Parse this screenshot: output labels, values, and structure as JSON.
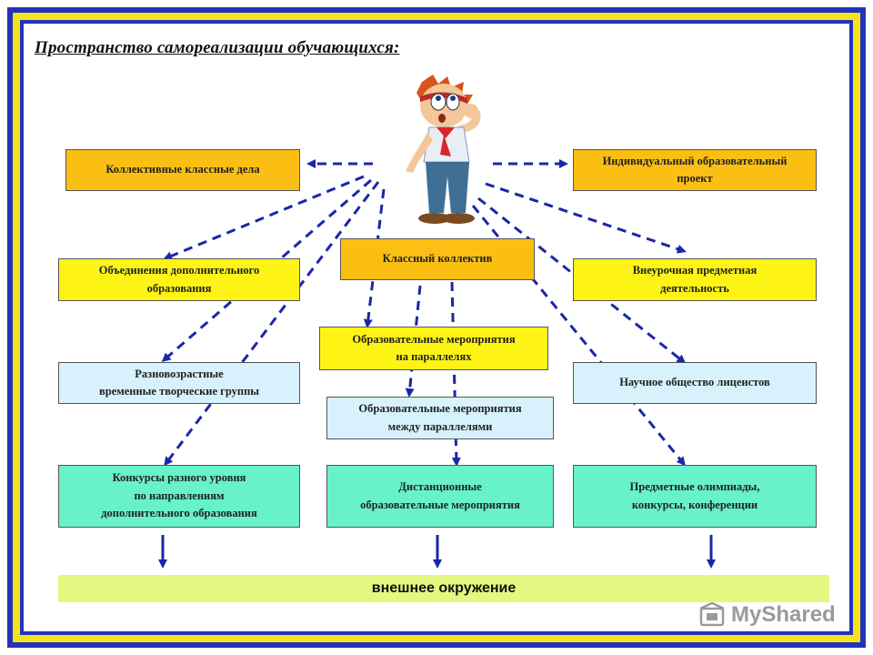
{
  "title": "Пространство самореализации обучающихся:",
  "center_box": "Классный коллектив",
  "boxes": {
    "kollektivnye": "Коллективные классные дела",
    "individualny_line1": "Индивидуальный образовательный",
    "individualny_line2": "проект",
    "obedinenia_line1": "Объединения дополнительного",
    "obedinenia_line2": "образования",
    "vneurochnaya_line1": "Внеурочная предметная",
    "vneurochnaya_line2": "деятельность",
    "paralleli_line1": "Образовательные мероприятия",
    "paralleli_line2": "на параллелях",
    "raznovozrast_line1": "Разновозрастные",
    "raznovozrast_line2": "временные творческие группы",
    "nauchnoe": "Научное общество лицеистов",
    "mezhdu_line1": "Образовательные мероприятия",
    "mezhdu_line2": "между параллелями",
    "konkursy_line1": "Конкурсы разного уровня",
    "konkursy_line2": "по направлениям",
    "konkursy_line3": "дополнительного образования",
    "distant_line1": "Дистанционные",
    "distant_line2": "образовательные мероприятия",
    "olimpiady_line1": "Предметные олимпиады,",
    "olimpiady_line2": "конкурсы, конференции"
  },
  "footer": "внешнее окружение",
  "watermark": "MyShared",
  "colors": {
    "frame_blue": "#2233bb",
    "frame_yellow": "#f6e21a",
    "orange_box": "#fbbf14",
    "yellow_box": "#fdf415",
    "light_blue_box": "#d7f2fd",
    "mint_box": "#67f2c9",
    "footer_bar": "#e2f880",
    "arrow": "#1a27a8"
  },
  "icons": [
    "person-illustration",
    "mortarboard-icon"
  ]
}
